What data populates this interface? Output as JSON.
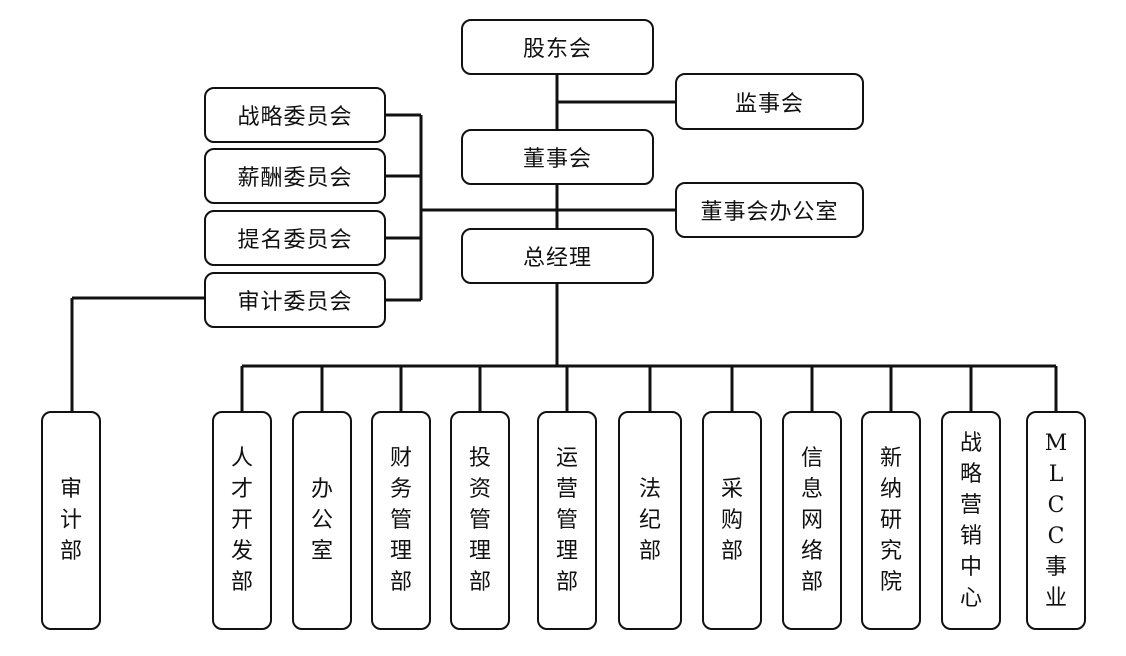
{
  "top": {
    "shareholders": "股东会",
    "supervisors": "监事会",
    "board": "董事会",
    "board_office": "董事会办公室",
    "gm": "总经理"
  },
  "committees": [
    "战略委员会",
    "薪酬委员会",
    "提名委员会",
    "审计委员会"
  ],
  "audit_dept": "审计部",
  "departments": [
    "人才开发部",
    "办公室",
    "财务管理部",
    "投资管理部",
    "运营管理部",
    "法纪部",
    "采购部",
    "信息网络部",
    "新纳研究院",
    "战略营销中心",
    "MLCC事业"
  ]
}
